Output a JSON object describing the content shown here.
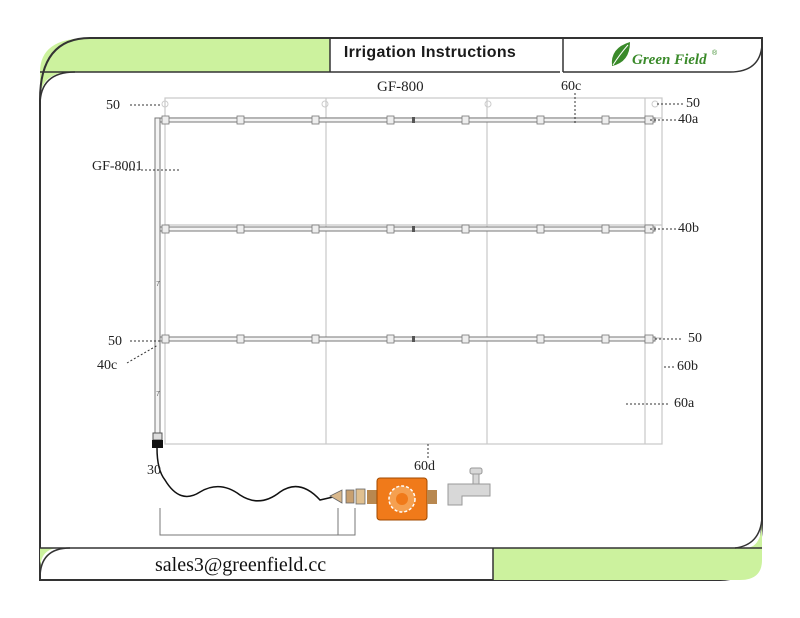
{
  "header": {
    "title": "Irrigation  Instructions",
    "brand_logo": "Green Field",
    "brand_mark": "®"
  },
  "diagram": {
    "model_label": "GF-800",
    "labels": {
      "l50_top_left": "50",
      "l50_top_right": "50",
      "l60c": "60c",
      "l40a": "40a",
      "l40b": "40b",
      "gf8001": "GF-8001",
      "l50_mid_left": "50",
      "l50_mid_right": "50",
      "l40c": "40c",
      "l60b": "60b",
      "l60a": "60a",
      "l30": "30",
      "l60d": "60d"
    }
  },
  "footer": {
    "email": "sales3@greenfield.cc"
  },
  "colors": {
    "accent_green": "#ccf29e",
    "border": "#333333",
    "brand_green": "#3a8a2a",
    "timer_orange": "#f07a1a"
  },
  "icons": [
    "leaf-icon",
    "timer-icon",
    "faucet-icon"
  ]
}
